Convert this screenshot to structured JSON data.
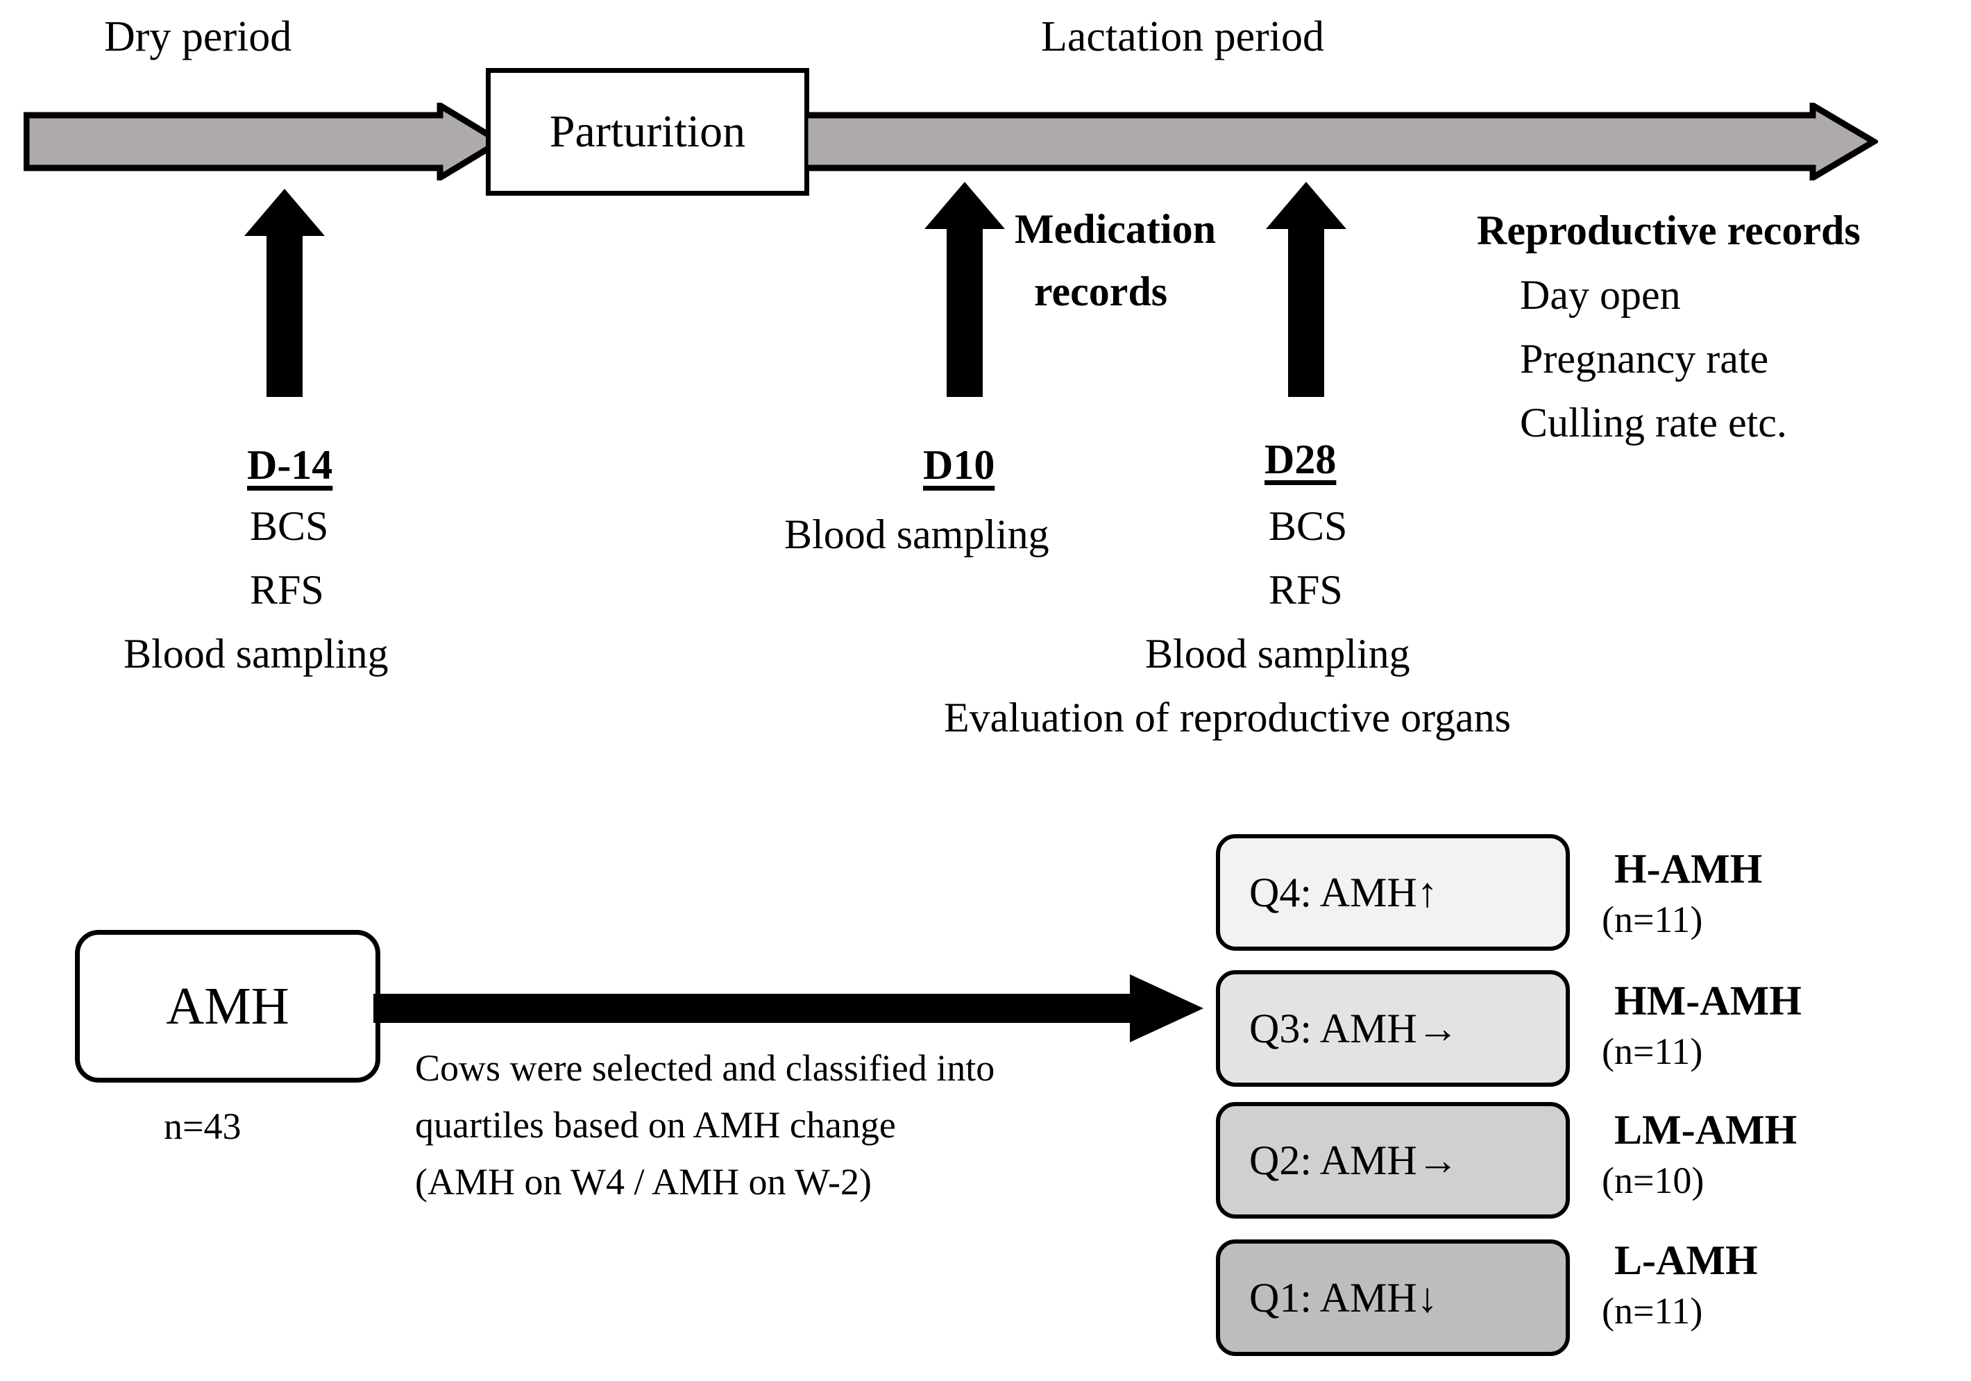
{
  "timeline": {
    "dry_period_label": "Dry period",
    "lactation_period_label": "Lactation period",
    "parturition_label": "Parturition",
    "medication_records_line1": "Medication",
    "medication_records_line2": "records",
    "reproductive_records_heading": "Reproductive records",
    "reproductive_records_items": [
      "Day open",
      "Pregnancy rate",
      "Culling rate etc."
    ],
    "events": [
      {
        "day": "D-14",
        "lines": [
          "BCS",
          "RFS",
          "Blood sampling"
        ]
      },
      {
        "day": "D10",
        "lines": [
          "Blood sampling"
        ]
      },
      {
        "day": "D28",
        "lines": [
          "BCS",
          "RFS",
          "Blood sampling",
          "Evaluation of reproductive organs"
        ]
      }
    ]
  },
  "classification": {
    "source_box_label": "AMH",
    "source_n": "n=43",
    "description_lines": [
      "Cows were selected and classified into",
      "quartiles based on AMH change",
      "(AMH on W4 / AMH on W-2)"
    ],
    "quartiles": [
      {
        "box_label": "Q4: AMH↑",
        "group_name": "H-AMH",
        "group_n": "(n=11)",
        "fill": "#f2f2f2"
      },
      {
        "box_label": "Q3: AMH→",
        "group_name": "HM-AMH",
        "group_n": "(n=11)",
        "fill": "#e3e3e3"
      },
      {
        "box_label": "Q2: AMH→",
        "group_name": "LM-AMH",
        "group_n": "(n=10)",
        "fill": "#d0d0d0"
      },
      {
        "box_label": "Q1: AMH↓",
        "group_name": "L-AMH",
        "group_n": "(n=11)",
        "fill": "#bdbdbd"
      }
    ]
  },
  "colors": {
    "timeline_arrow_fill": "#afaaaa",
    "stroke": "#000000",
    "background": "#ffffff"
  }
}
